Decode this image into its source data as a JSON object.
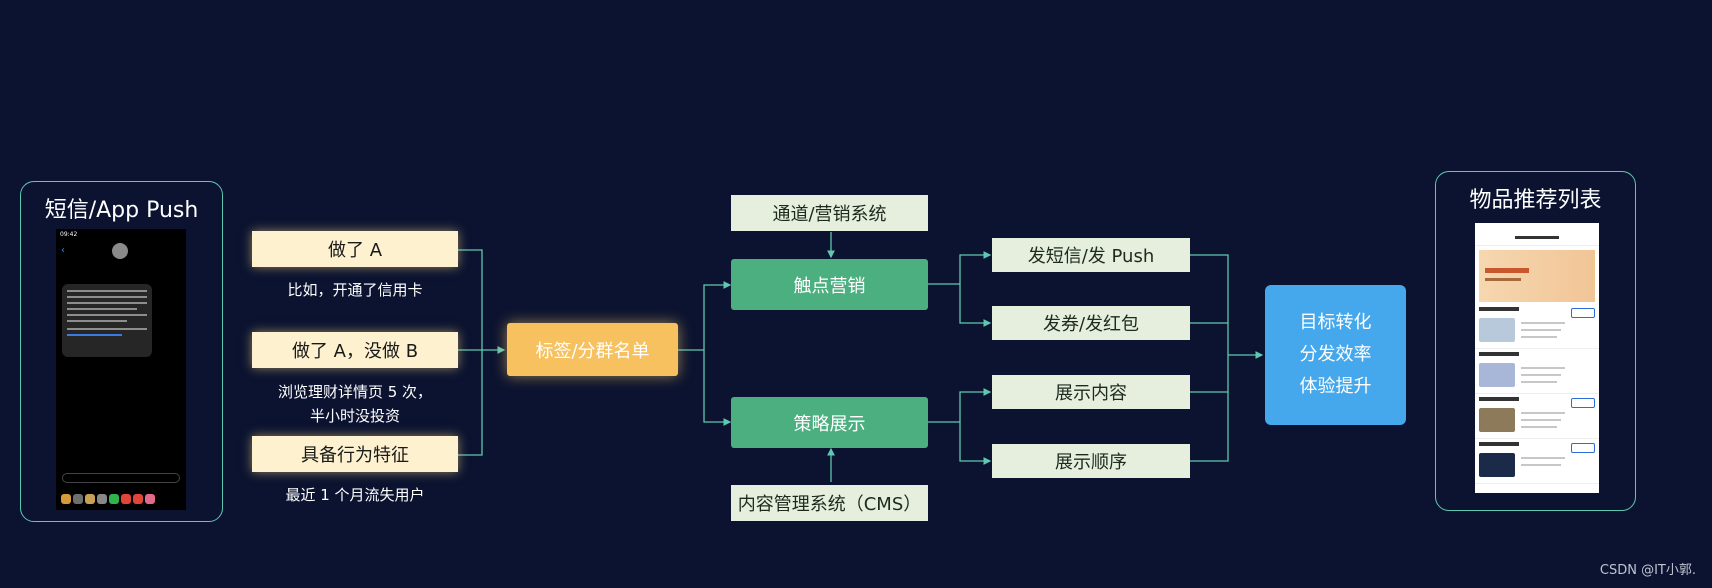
{
  "left_panel": {
    "title": "短信/App Push"
  },
  "phone": {
    "time": "09:42"
  },
  "conditions": [
    {
      "label": "做了 A",
      "caption": [
        "比如，开通了信用卡"
      ]
    },
    {
      "label": "做了 A，没做 B",
      "caption": [
        "浏览理财详情页 5 次，",
        "半小时没投资"
      ]
    },
    {
      "label": "具备行为特征",
      "caption": [
        "最近 1 个月流失用户"
      ]
    }
  ],
  "segment_box": {
    "label": "标签/分群名单"
  },
  "channel_system": {
    "label": "通道/营销系统"
  },
  "touch_marketing": {
    "label": "触点营销"
  },
  "strategy_display": {
    "label": "策略展示"
  },
  "cms": {
    "label": "内容管理系统（CMS）"
  },
  "actions": [
    {
      "label": "发短信/发 Push"
    },
    {
      "label": "发券/发红包"
    },
    {
      "label": "展示内容"
    },
    {
      "label": "展示顺序"
    }
  ],
  "goals": {
    "lines": [
      "目标转化",
      "分发效率",
      "体验提升"
    ]
  },
  "right_panel": {
    "title": "物品推荐列表"
  },
  "watermark": "CSDN @IT小郭.",
  "colors": {
    "background": "#0b1330",
    "connector": "#5fc8b0",
    "beige": "#fdf1cf",
    "gold": "#f6c15e",
    "green": "#4caf80",
    "mint": "#e6efde",
    "blue": "#45a8ec"
  }
}
